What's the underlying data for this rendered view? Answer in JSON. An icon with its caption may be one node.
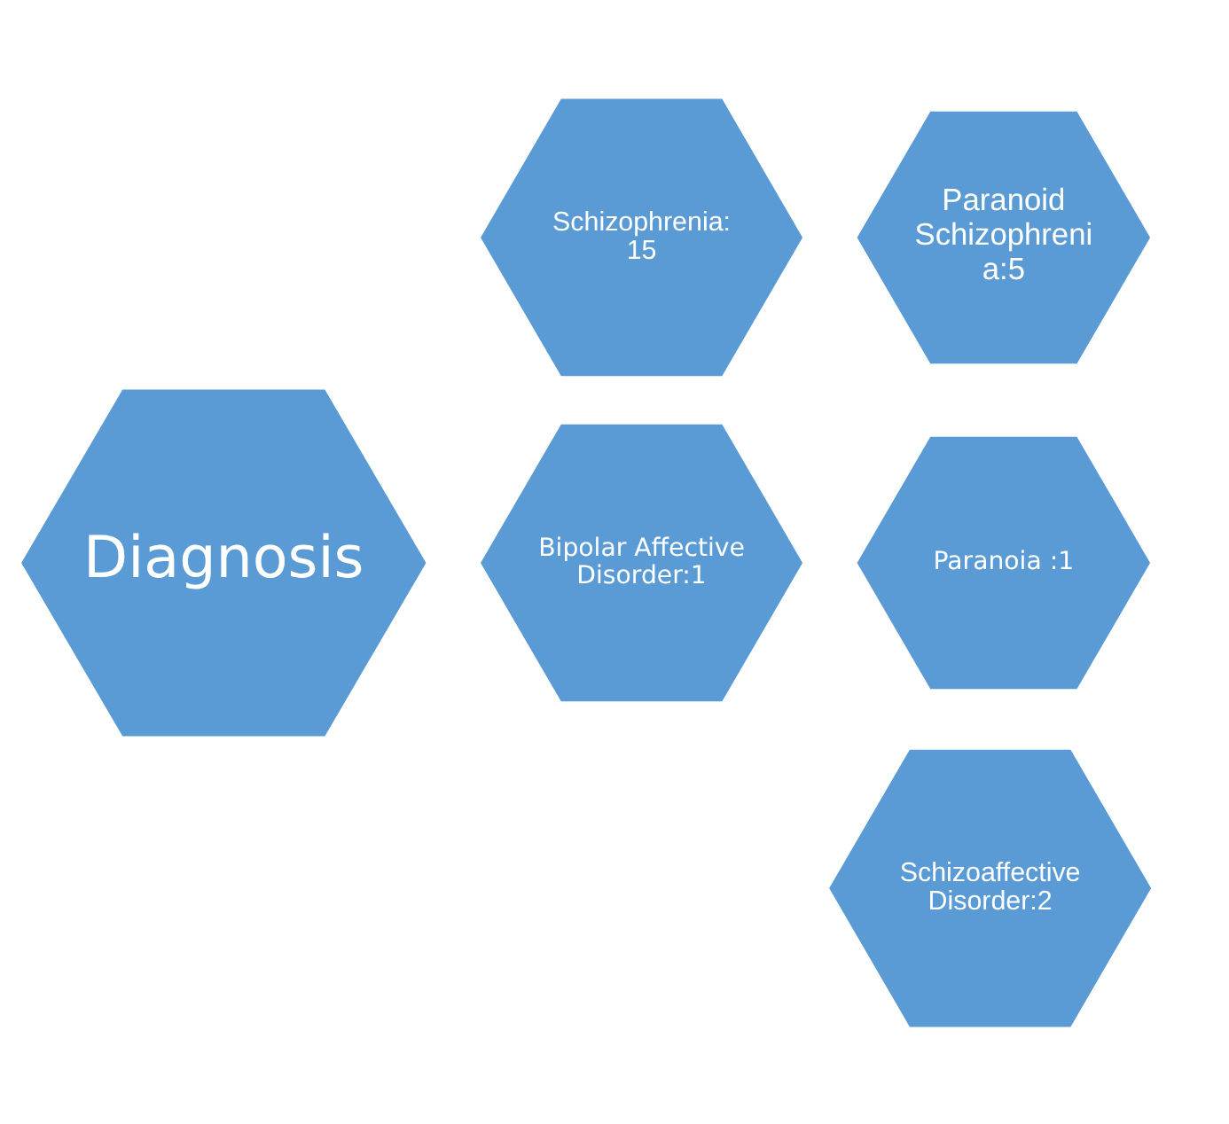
{
  "diagram": {
    "nodes": [
      {
        "text": [
          "Schizophrenia: 15"
        ]
      },
      {
        "text": [
          "Paranoid Schizophreni a:5"
        ]
      },
      {
        "text": [
          "Diagnosis"
        ]
      },
      {
        "text": [
          "Bipolar Affective Disorder:1"
        ]
      },
      {
        "text": [
          "Paranoia :1"
        ]
      },
      {
        "text": [
          "Schizoaffective Disorder:2"
        ]
      }
    ]
  }
}
